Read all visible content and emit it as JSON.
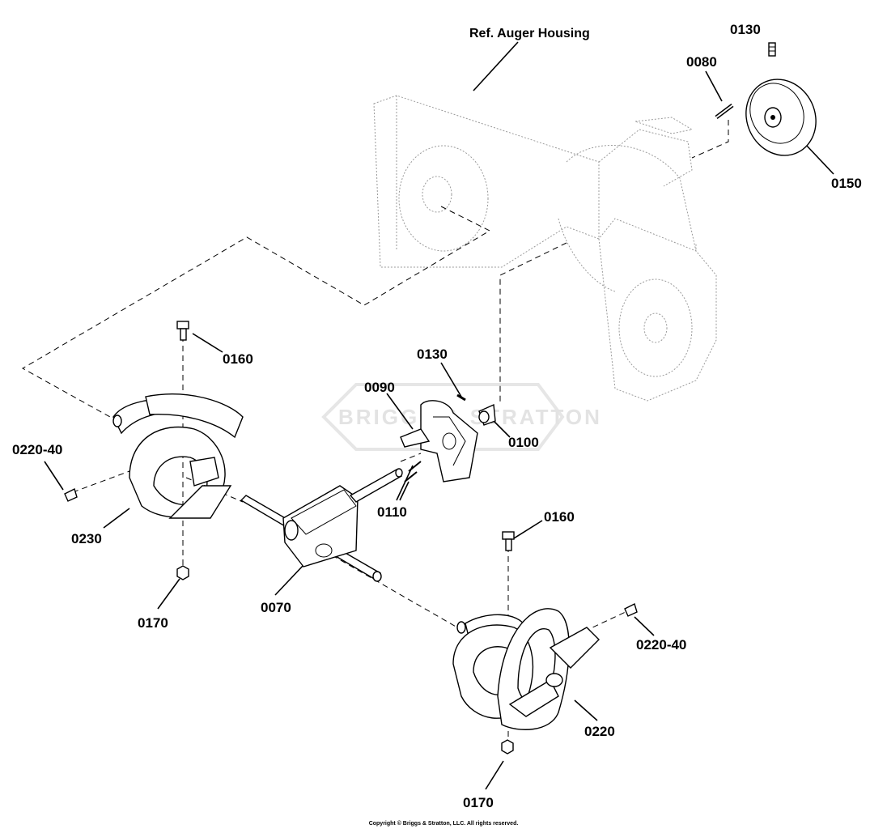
{
  "header": {
    "reference": "Ref. Auger Housing"
  },
  "watermark": "BRIGGS & STRATTON",
  "callouts": {
    "p0130_top": "0130",
    "p0080": "0080",
    "p0150": "0150",
    "p0160_left": "0160",
    "p0130_mid": "0130",
    "p0090": "0090",
    "p0100": "0100",
    "p0110": "0110",
    "p0220_40_left": "0220-40",
    "p0230": "0230",
    "p0070": "0070",
    "p0170_left": "0170",
    "p0160_right": "0160",
    "p0220_40_right": "0220-40",
    "p0220": "0220",
    "p0170_bottom": "0170"
  },
  "footer": {
    "copyright": "Copyright © Briggs & Stratton, LLC. All rights reserved."
  }
}
